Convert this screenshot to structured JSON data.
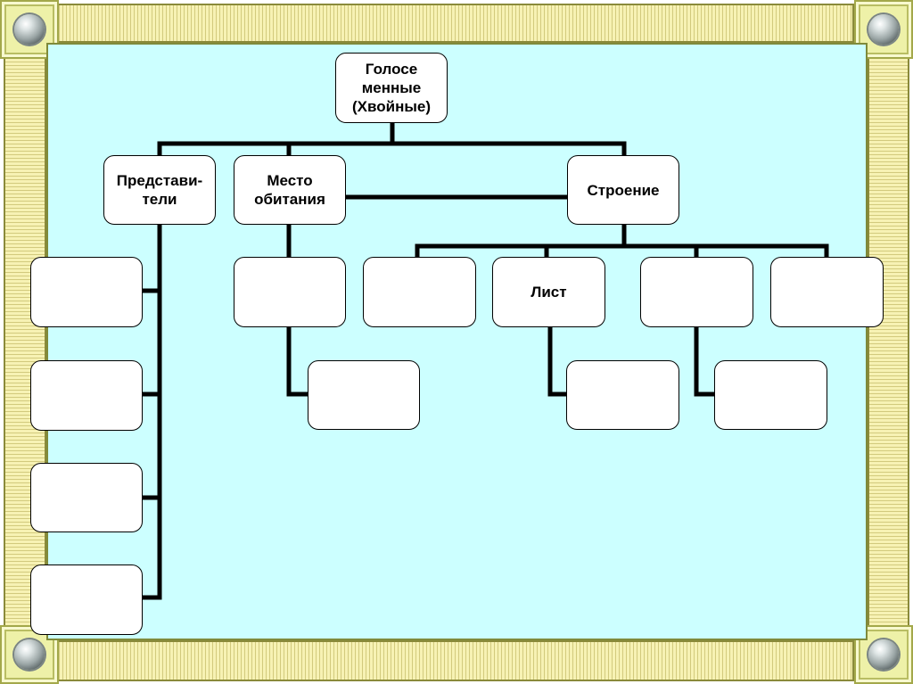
{
  "diagram": {
    "root": {
      "label": "Голосе\nменные\n(Хвойные)"
    },
    "categories": [
      {
        "id": "representatives",
        "label": "Представи-\nтели"
      },
      {
        "id": "habitat",
        "label": "Место\nобитания"
      },
      {
        "id": "structure",
        "label": "Строение"
      }
    ],
    "structure_children": [
      {
        "label": ""
      },
      {
        "label": "Лист"
      },
      {
        "label": ""
      },
      {
        "label": ""
      }
    ],
    "representative_items": [
      "",
      "",
      "",
      ""
    ],
    "habitat_items": [
      "",
      ""
    ],
    "leaf_sub_items": [
      ""
    ],
    "third_sub_items": [
      ""
    ]
  },
  "colors": {
    "panel_background": "#ccffff",
    "frame": "#f7f2b4",
    "connector": "#000000"
  }
}
